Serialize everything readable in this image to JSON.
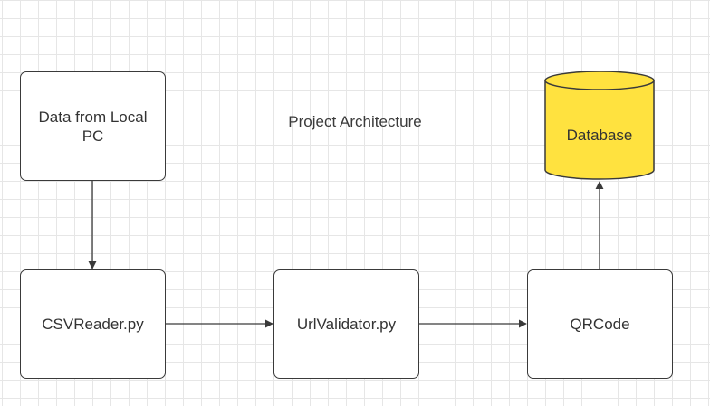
{
  "diagram": {
    "title": "Project Architecture",
    "nodes": {
      "data_local": "Data from Local PC",
      "csv_reader": "CSVReader.py",
      "url_validator": "UrlValidator.py",
      "qrcode": "QRCode",
      "database": "Database"
    },
    "database_color": "#FFE23F"
  }
}
